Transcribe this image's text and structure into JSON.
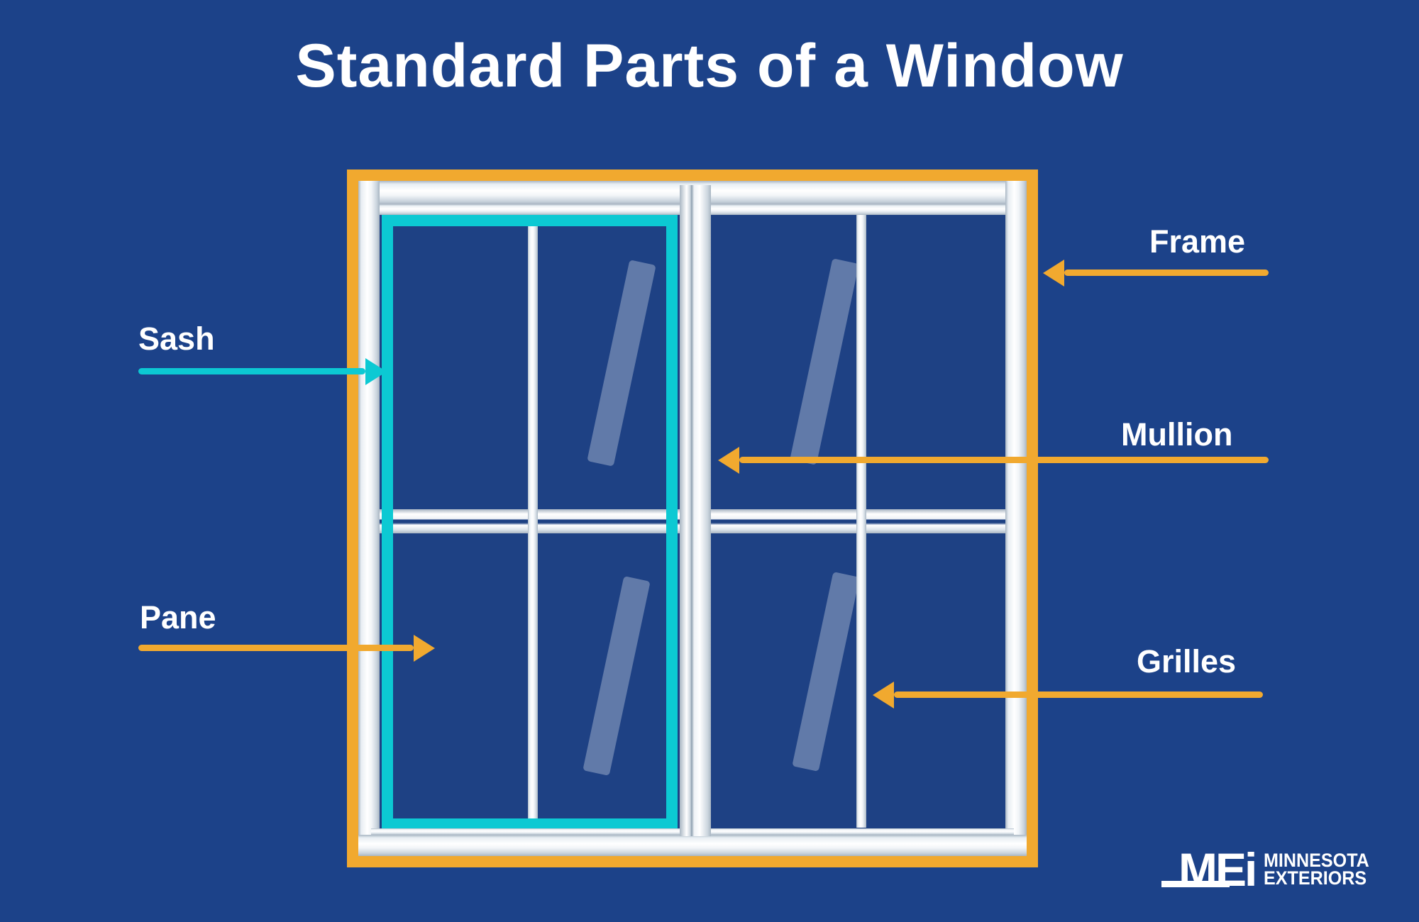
{
  "title": "Standard Parts of a Window",
  "colors": {
    "background": "#1C4289",
    "glass": "#1E4184",
    "frame_orange": "#F1A92F",
    "sash_teal": "#0CC9D3",
    "label_text": "#FFFFFF",
    "window_white": "#FFFFFF"
  },
  "labels": {
    "sash": {
      "text": "Sash",
      "arrow_color": "#0CC9D3",
      "arrow_direction": "right"
    },
    "pane": {
      "text": "Pane",
      "arrow_color": "#F1A92F",
      "arrow_direction": "right"
    },
    "frame": {
      "text": "Frame",
      "arrow_color": "#F1A92F",
      "arrow_direction": "left"
    },
    "mullion": {
      "text": "Mullion",
      "arrow_color": "#F1A92F",
      "arrow_direction": "left"
    },
    "grilles": {
      "text": "Grilles",
      "arrow_color": "#F1A92F",
      "arrow_direction": "left"
    }
  },
  "logo": {
    "mark": "MEi",
    "line1": "MINNESOTA",
    "line2": "EXTERIORS"
  }
}
